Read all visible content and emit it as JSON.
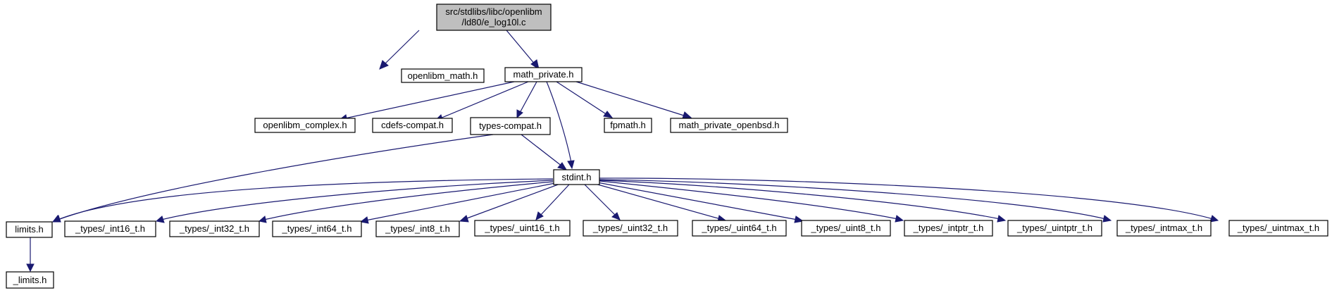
{
  "colors": {
    "edge": "#191970",
    "root_fill": "#bfbfbf",
    "node_fill": "#ffffff",
    "border": "#000000"
  },
  "nodes": {
    "root": [
      "src/stdlibs/libc/openlibm",
      "/ld80/e_log10l.c"
    ],
    "openlibm_math": "openlibm_math.h",
    "math_private": "math_private.h",
    "openlibm_complex": "openlibm_complex.h",
    "cdefs_compat": "cdefs-compat.h",
    "types_compat": "types-compat.h",
    "fpmath": "fpmath.h",
    "math_private_openbsd": "math_private_openbsd.h",
    "stdint": "stdint.h",
    "limits": "limits.h",
    "int16": "_types/_int16_t.h",
    "int32": "_types/_int32_t.h",
    "int64": "_types/_int64_t.h",
    "int8": "_types/_int8_t.h",
    "uint16": "_types/_uint16_t.h",
    "uint32": "_types/_uint32_t.h",
    "uint64": "_types/_uint64_t.h",
    "uint8": "_types/_uint8_t.h",
    "intptr": "_types/_intptr_t.h",
    "uintptr": "_types/_uintptr_t.h",
    "intmax": "_types/_intmax_t.h",
    "uintmax": "_types/_uintmax_t.h",
    "_limits": "_limits.h"
  }
}
